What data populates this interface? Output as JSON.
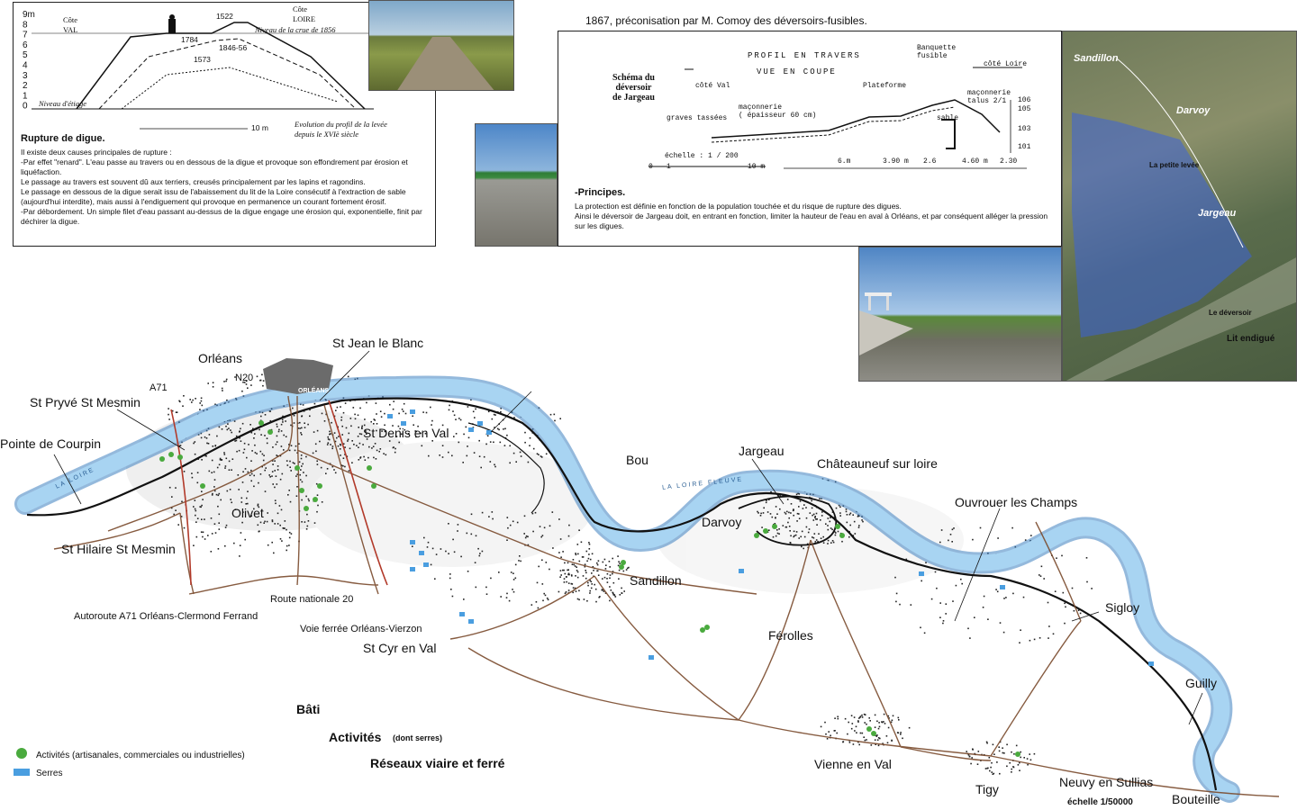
{
  "levee_panel": {
    "y_ticks": [
      "9m",
      "8",
      "7",
      "6",
      "5",
      "4",
      "3",
      "2",
      "1",
      "0"
    ],
    "side_val": "Côte\nVAL",
    "side_loire": "Côte\nLOIRE",
    "flood_level": "Niveau de la crue de 1856",
    "low_level": "Niveau d'étiage",
    "years": [
      "1522",
      "1784",
      "1846-56",
      "1573"
    ],
    "scale_label": "10 m",
    "evolution_note": "Evolution du profil de la levée depuis le XVIè siècle",
    "title": "Rupture de digue.",
    "paragraphs": [
      "Il existe deux causes principales de rupture :",
      "-Par effet \"renard\". L'eau passe au travers ou en dessous de la digue et provoque son effondrement par érosion et liquéfaction.",
      "Le passage au travers est souvent dû aux terriers, creusés principalement par les lapins et ragondins.",
      "Le passage en dessous de la digue serait issu de l'abaissement du lit de la Loire consécutif à l'extraction de sable (aujourd'hui interdite), mais aussi à l'endiguement qui provoque en permanence un courant fortement érosif.",
      "-Par débordement. Un simple filet d'eau passant au-dessus de la digue engage une érosion qui, exponentielle, finit par déchirer la digue."
    ]
  },
  "deversoir_panel": {
    "caption": "1867, préconisation par M. Comoy des déversoirs-fusibles.",
    "profile_title": "PROFIL EN TRAVERS",
    "profile_sub": "VUE EN COUPE",
    "schema_title": "Schéma du\ndéversoir\nde Jargeau",
    "cote_val": "côté Val",
    "cote_loire": "côté Loire",
    "banquette": "Banquette\nfusible",
    "plateforme": "Plateforme",
    "maconnerie_talus": "maçonnerie\ntalus 2/1",
    "maconnerie_ep": "maçonnerie\n( épaisseur 60 cm)",
    "graves": "graves tassées",
    "sable": "sable",
    "echelle": "échelle : 1 / 200",
    "elevations": [
      "106",
      "105",
      "103",
      "101"
    ],
    "dims": [
      "6.m",
      "3.90 m",
      "2.6",
      "4.60 m",
      "2.30"
    ],
    "scale_ticks": [
      "0",
      "1",
      "10 m"
    ],
    "principles_title": "-Principes.",
    "principles_lines": [
      "La protection est définie en fonction de la population touchée et du risque de rupture des digues.",
      "Ainsi le déversoir de Jargeau doit, en entrant en fonction, limiter la hauteur de l'eau en aval à Orléans, et par conséquent alléger la pression sur les digues."
    ]
  },
  "aerial": {
    "labels": [
      "Sandillon",
      "Darvoy",
      "La petite levée",
      "Jargeau",
      "Le déversoir",
      "Lit endigué"
    ]
  },
  "map": {
    "towns": [
      {
        "name": "Orléans"
      },
      {
        "name": "St Jean le Blanc"
      },
      {
        "name": "St Pryvé St Mesmin"
      },
      {
        "name": "Pointe de Courpin"
      },
      {
        "name": "St Denis en Val"
      },
      {
        "name": "Olivet"
      },
      {
        "name": "St Hilaire St Mesmin"
      },
      {
        "name": "Bou"
      },
      {
        "name": "Jargeau"
      },
      {
        "name": "Châteauneuf sur loire"
      },
      {
        "name": "Ouvrouer les Champs"
      },
      {
        "name": "Darvoy"
      },
      {
        "name": "Sandillon"
      },
      {
        "name": "Sigloy"
      },
      {
        "name": "Férolles"
      },
      {
        "name": "Guilly"
      },
      {
        "name": "St Cyr en Val"
      },
      {
        "name": "Vienne en Val"
      },
      {
        "name": "Tigy"
      },
      {
        "name": "Neuvy en Sullias"
      },
      {
        "name": "Bouteille"
      }
    ],
    "infra_labels": [
      "A71",
      "N20",
      "Route nationale 20",
      "Autoroute A71 Orléans-Clermond Ferrand",
      "Voie ferrée Orléans-Vierzon"
    ],
    "river_labels": [
      "LA LOIRE",
      "LA LOIRE FLEUVE",
      "ORLÉANS"
    ],
    "scale": "échelle 1/50000"
  },
  "legend": {
    "bati": "Bâti",
    "activites": "Activités",
    "activites_note": "(dont serres)",
    "reseaux": "Réseaux viaire et ferré",
    "items": [
      {
        "label": "Activités (artisanales, commerciales ou industrielles)",
        "color": "#4aaa3e",
        "icon": "green-dot-icon"
      },
      {
        "label": "Serres",
        "color": "#4a9ee0",
        "icon": "blue-rect-icon"
      }
    ]
  },
  "colors": {
    "river": "#a8d4f2",
    "river_edge": "#3d7fc0",
    "levee": "#111111",
    "roads": "#7a4a2c",
    "activites": "#4aaa3e",
    "serres": "#4a9ee0",
    "flood_zone": "#3c63d8"
  }
}
